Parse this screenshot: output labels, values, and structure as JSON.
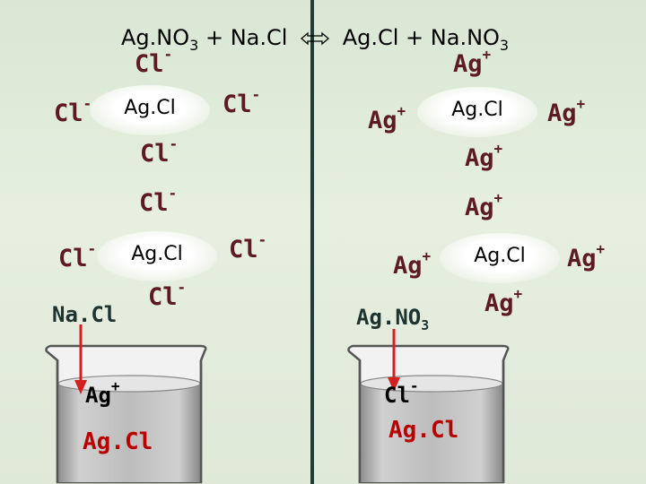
{
  "equation": {
    "reactant1": "Ag.NO",
    "reactant1_sub": "3",
    "plus1": "+ Na.Cl",
    "product1": "Ag.Cl",
    "plus2": "+ Na.NO",
    "product2_sub": "3"
  },
  "ions": {
    "chloride": "Cl",
    "chloride_charge": "-",
    "silver": "Ag",
    "silver_charge": "+"
  },
  "precipitate_label": "Ag.Cl",
  "left_beaker": {
    "label": "Na.Cl",
    "ion": "Ag",
    "ion_charge": "+",
    "precipitate": "Ag.Cl"
  },
  "right_beaker": {
    "label": "Ag.NO",
    "label_sub": "3",
    "ion": "Cl",
    "ion_charge": "-",
    "precipitate": "Ag.Cl"
  },
  "colors": {
    "background": "#dfe9d8",
    "divider": "#1f3d3a",
    "ion_text": "#5e1a23",
    "precipitate_text": "#b80000",
    "arrow": "#d42020"
  },
  "icons": [
    "double-arrow-icon",
    "beaker-icon",
    "down-arrow-icon"
  ]
}
